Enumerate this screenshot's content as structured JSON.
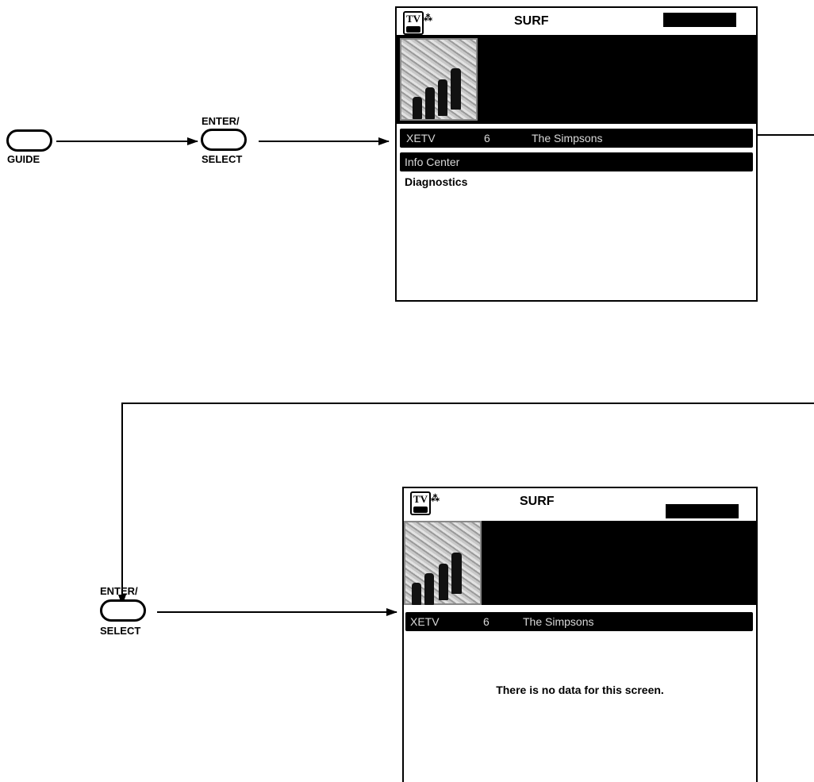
{
  "remote_buttons": {
    "guide_label": "GUIDE",
    "enter_top_label": "ENTER/",
    "enter_bottom_label": "SELECT"
  },
  "screen1": {
    "logo_text": "TV",
    "title": "SURF",
    "channel_bar": {
      "call_sign": "XETV",
      "channel": "6",
      "program": "The Simpsons"
    },
    "menu": {
      "selected": "Info Center",
      "items": [
        "Diagnostics"
      ]
    }
  },
  "screen2": {
    "logo_text": "TV",
    "title": "SURF",
    "channel_bar": {
      "call_sign": "XETV",
      "channel": "6",
      "program": "The Simpsons"
    },
    "message": "There is no data for this screen."
  }
}
